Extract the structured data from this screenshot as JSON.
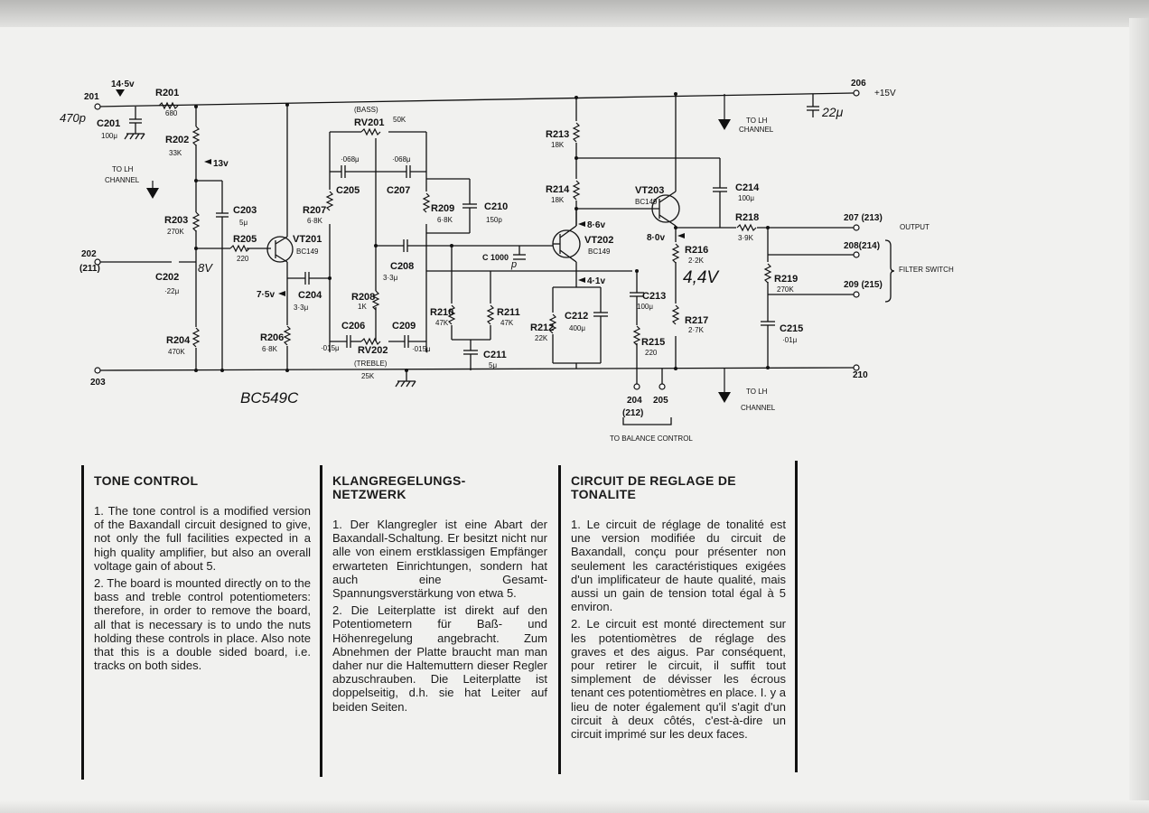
{
  "schematic": {
    "nodes": {
      "n201": "201",
      "n202": "202",
      "n202b": "(211)",
      "n203": "203",
      "n206": "206",
      "n207": "207 (213)",
      "n208": "208(214)",
      "n209": "209 (215)",
      "n210": "210",
      "n204": "204",
      "n205": "205",
      "n212": "(212)"
    },
    "voltages": {
      "v145": "14·5v",
      "v13": "13v",
      "v75": "7·5v",
      "v86": "8·6v",
      "v80": "8·0v",
      "v41": "4·1v",
      "v15": "+15V"
    },
    "components": {
      "r201": "R201",
      "r201v": "680",
      "r202": "R202",
      "r202v": "33K",
      "r203": "R203",
      "r203v": "270K",
      "r204": "R204",
      "r204v": "470K",
      "r205": "R205",
      "r205v": "220",
      "r206": "R206",
      "r206v": "6·8K",
      "r207": "R207",
      "r207v": "6·8K",
      "r208": "R208",
      "r208v": "1K",
      "r209": "R209",
      "r209v": "6·8K",
      "r210": "R210",
      "r210v": "47K",
      "r211": "R211",
      "r211v": "47K",
      "r212": "R212",
      "r212v": "22K",
      "r213": "R213",
      "r213v": "18K",
      "r214": "R214",
      "r214v": "18K",
      "r215": "R215",
      "r215v": "220",
      "r216": "R216",
      "r216v": "2·2K",
      "r217": "R217",
      "r217v": "2·7K",
      "r218": "R218",
      "r218v": "3·9K",
      "r219": "R219",
      "r219v": "270K",
      "c201": "C201",
      "c201v": "100μ",
      "c202": "C202",
      "c202v": "·22μ",
      "c203": "C203",
      "c203v": "5μ",
      "c204": "C204",
      "c204v": "3·3μ",
      "c205": "C205",
      "c205v": "·068μ",
      "c206": "C206",
      "c206v": "·015μ",
      "c207": "C207",
      "c207v": "·068μ",
      "c208": "C208",
      "c208v": "3·3μ",
      "c209": "C209",
      "c209v": "·015μ",
      "c210": "C210",
      "c210v": "150p",
      "c211": "C211",
      "c211v": "5μ",
      "c212": "C212",
      "c212v": "400μ",
      "c213": "C213",
      "c213v": "100μ",
      "c214": "C214",
      "c214v": "100μ",
      "c215": "C215",
      "c215v": "·01μ",
      "c1000": "C 1000",
      "rv201": "RV201",
      "rv201v": "50K",
      "bass": "(BASS)",
      "rv202": "RV202",
      "rv202v": "25K",
      "treble": "(TREBLE)",
      "vt201": "VT201",
      "vt201t": "BC149",
      "vt202": "VT202",
      "vt202t": "BC149",
      "vt203": "VT203",
      "vt203t": "BC149"
    },
    "labels": {
      "tolh1a": "TO LH",
      "tolh1b": "CHANNEL",
      "tolh2a": "TO LH",
      "tolh2b": "CHANNEL",
      "tolh3a": "TO LH",
      "tolh3b": "CHANNEL",
      "output": "OUTPUT",
      "filter": "FILTER SWITCH",
      "balance": "TO BALANCE CONTROL"
    },
    "handwriting": {
      "h470p": "470p",
      "h8v": "8V",
      "h22u": "22μ",
      "h44v": "4,4V",
      "hbc": "BC549C",
      "hp": "p"
    }
  },
  "columns": [
    {
      "title": "TONE CONTROL",
      "paragraphs": [
        "1. The tone control is a modified version of the Baxandall circuit designed to give, not only the full facilities expected in a high quality amplifier, but also an overall voltage gain of about 5.",
        "2. The board is mounted directly on to the bass and treble control potentiometers: therefore, in order to remove the board, all that is necessary is to undo the nuts holding these controls in place. Also note that this is a double sided board, i.e. tracks on both sides."
      ]
    },
    {
      "title": "KLANGREGELUNGS-NETZWERK",
      "paragraphs": [
        "1. Der Klangregler ist eine Abart der Baxandall-Schaltung. Er besitzt nicht nur alle von einem erstklassigen Empfänger erwarteten Einrichtungen, sondern hat auch eine Gesamt-Spannungsverstärkung von etwa 5.",
        "2. Die Leiterplatte ist direkt auf den Potentiometern für Baß- und Höhenregelung angebracht. Zum Abnehmen der Platte braucht man man daher nur die Haltemuttern dieser Regler abzuschrauben. Die Leiterplatte ist doppelseitig, d.h. sie hat Leiter auf beiden Seiten."
      ]
    },
    {
      "title": "CIRCUIT DE REGLAGE DE TONALITE",
      "paragraphs": [
        "1. Le circuit de réglage de tonalité est une version modifiée du circuit de Baxandall, conçu pour présenter non seulement les caractéristiques exigées d'un implificateur de haute qualité, mais aussi un gain de tension total égal à 5 environ.",
        "2. Le circuit est monté directement sur les potentiomètres de réglage des graves et des aigus. Par conséquent, pour retirer le circuit, il suffit tout simplement de dévisser les écrous tenant ces potentiomètres en place. I. y a lieu de noter également qu'il s'agit d'un circuit à deux côtés, c'est-à-dire un circuit imprimé sur les deux faces."
      ]
    }
  ]
}
